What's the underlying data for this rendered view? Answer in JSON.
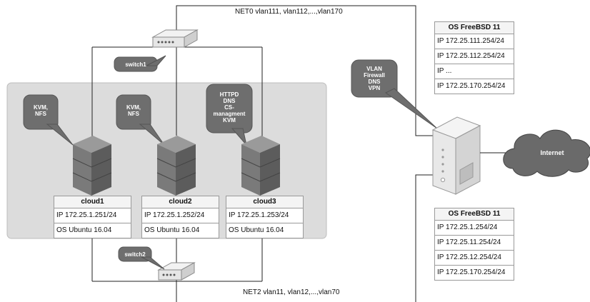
{
  "net0_label": "NET0 vlan111, vlan112,...,vlan170",
  "net2_label": "NET2 vlan11, vlan12,...,vlan70",
  "switch1": {
    "label": "switch1"
  },
  "switch2": {
    "label": "switch2"
  },
  "internet": {
    "label": "Internet"
  },
  "router_callout": [
    "VLAN",
    "Firewall",
    "DNS",
    "VPN"
  ],
  "clouds": [
    {
      "header": "cloud1",
      "ip": "IP 172.25.1.251/24",
      "os": "OS Ubuntu 16.04",
      "callout": [
        "KVM,",
        "NFS"
      ]
    },
    {
      "header": "cloud2",
      "ip": "IP 172.25.1.252/24",
      "os": "OS Ubuntu 16.04",
      "callout": [
        "KVM,",
        "NFS"
      ]
    },
    {
      "header": "cloud3",
      "ip": "IP 172.25.1.253/24",
      "os": "OS Ubuntu 16.04",
      "callout": [
        "HTTPD",
        "DNS",
        "CS-",
        "managment",
        "KVM"
      ]
    }
  ],
  "router_top_table": {
    "header": "OS FreeBSD 11",
    "rows": [
      "IP 172.25.111.254/24",
      "IP 172.25.112.254/24",
      "IP ...",
      "IP 172.25.170.254/24"
    ]
  },
  "router_bottom_table": {
    "header": "OS FreeBSD 11",
    "rows": [
      "IP 172.25.1.254/24",
      "IP 172.25.11.254/24",
      "IP 172.25.12.254/24",
      "IP 172.25.170.254/24"
    ]
  },
  "colors": {
    "group_bg": "#dcdcdc",
    "callout": "#6e6e6e",
    "server": "#6a6a6a",
    "line": "#222222"
  }
}
